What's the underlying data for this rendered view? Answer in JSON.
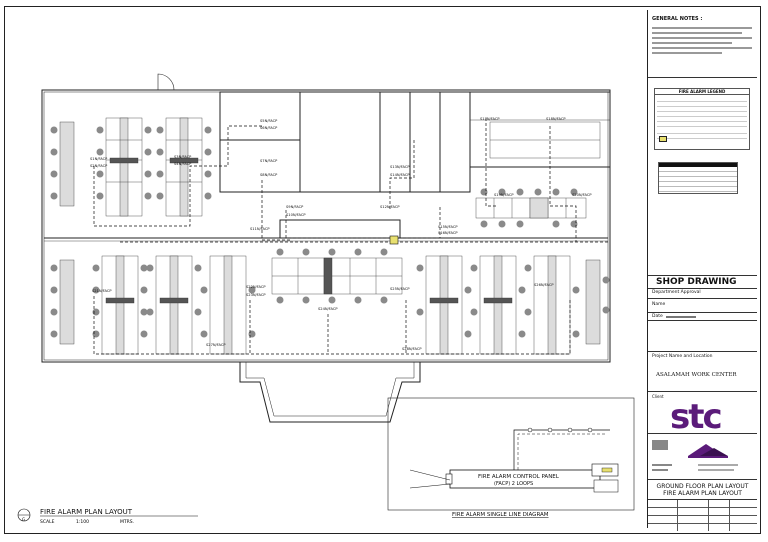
{
  "general_notes": {
    "title": "GENERAL NOTES :"
  },
  "legend": {
    "title": "FIRE ALARM LEGEND"
  },
  "shop_drawing": {
    "title": "SHOP DRAWING",
    "department_approval": "Department Approval",
    "name_label": "Name",
    "date_label": "Date"
  },
  "project": {
    "name_label": "Project Name and Location",
    "name": "ASALAMAH WORK CENTER"
  },
  "client": {
    "label": "Client",
    "logo_text": "stc"
  },
  "drawing_title": {
    "line1": "GROUND FLOOR PLAN LAYOUT",
    "line2": "FIRE ALARM PLAN LAYOUT"
  },
  "plan_caption": {
    "title": "FIRE ALARM PLAN LAYOUT",
    "scale_label": "SCALE",
    "scale_value": "1:100",
    "units": "MTRS.",
    "key": "G"
  },
  "single_line": {
    "panel_line1": "FIRE ALARM CONTROL PANEL",
    "panel_line2": "(FACP) 2 LOOPS",
    "caption": "FIRE ALARM SINGLE LINE DIAGRAM"
  },
  "device_tags": [
    "S1N/FACP",
    "S2N/FACP",
    "S3N/FACP",
    "S4N/FACP",
    "S5N/FACP",
    "S6N/FACP",
    "S7N/FACP",
    "S8N/FACP",
    "S9N/FACP",
    "S10N/FACP",
    "S11N/FACP",
    "S12N/FACP",
    "S13N/FACP",
    "S14N/FACP",
    "S15N/FACP",
    "S16N/FACP",
    "S17N/FACP",
    "S18N/FACP",
    "S19N/FACP",
    "S20N/FACP",
    "S21N/FACP",
    "S22N/FACP",
    "S23N/FACP",
    "S24N/FACP",
    "S25N/FACP",
    "S26N/FACP",
    "S27N/FACP",
    "S28N/FACP"
  ],
  "colors": {
    "line": "#222222",
    "desk": "#dcdcdc",
    "chair": "#8a8a8a",
    "brand": "#5b1b7a"
  }
}
